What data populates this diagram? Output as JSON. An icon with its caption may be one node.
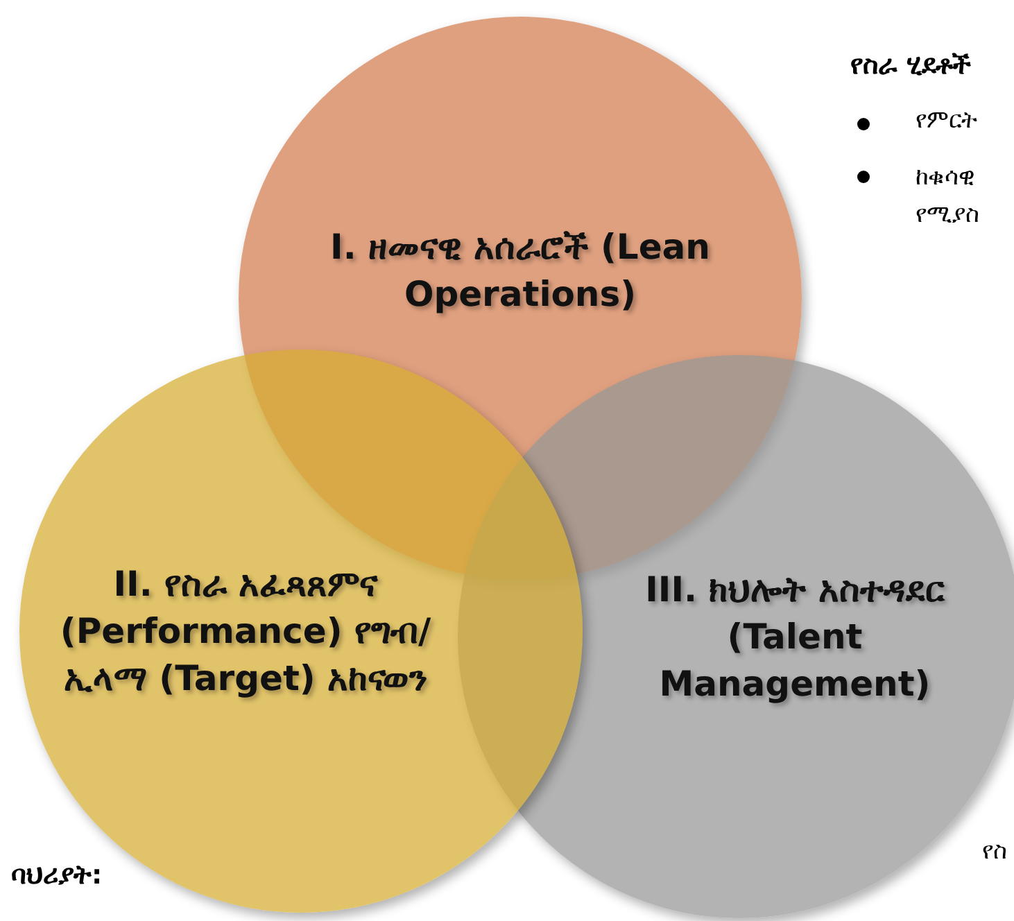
{
  "diagram": {
    "nodes": [
      {
        "text": [
          "I. ዘመናዊ አሰራሮች (Lean Operations)"
        ]
      },
      {
        "text": [
          "II. የስራ አፈጻጸምና (Performance) የግብ/ኢላማ (Target) አከናወን"
        ]
      },
      {
        "text": [
          "III. ክህሎት አስተዳደር (Talent Management)"
        ]
      }
    ],
    "labels": [
      "የስራ ሂደቶች",
      "የምርት",
      "ከቁሳዊ የሚያስ",
      "ባህሪያት:",
      "የስ"
    ]
  }
}
